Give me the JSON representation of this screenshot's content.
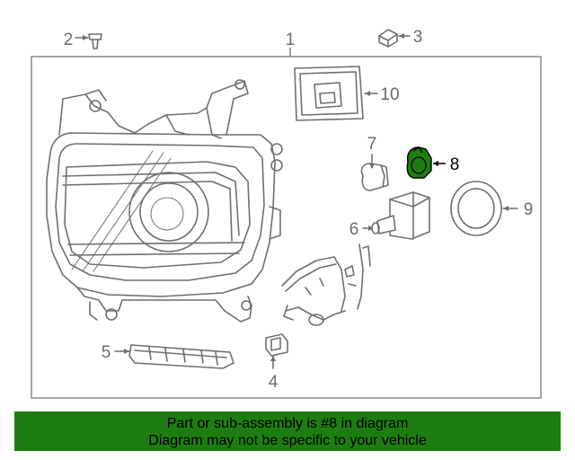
{
  "diagram": {
    "callouts": [
      {
        "id": "1",
        "label": "1"
      },
      {
        "id": "2",
        "label": "2"
      },
      {
        "id": "3",
        "label": "3"
      },
      {
        "id": "4",
        "label": "4"
      },
      {
        "id": "5",
        "label": "5"
      },
      {
        "id": "6",
        "label": "6"
      },
      {
        "id": "7",
        "label": "7"
      },
      {
        "id": "8",
        "label": "8"
      },
      {
        "id": "9",
        "label": "9"
      },
      {
        "id": "10",
        "label": "10"
      }
    ],
    "highlighted_part": "8",
    "highlight_color": "#1e7d10"
  },
  "banner": {
    "line1": "Part or sub-assembly is #8 in diagram",
    "line2": "Diagram may not be specific to your vehicle",
    "background": "#1e7d10"
  }
}
